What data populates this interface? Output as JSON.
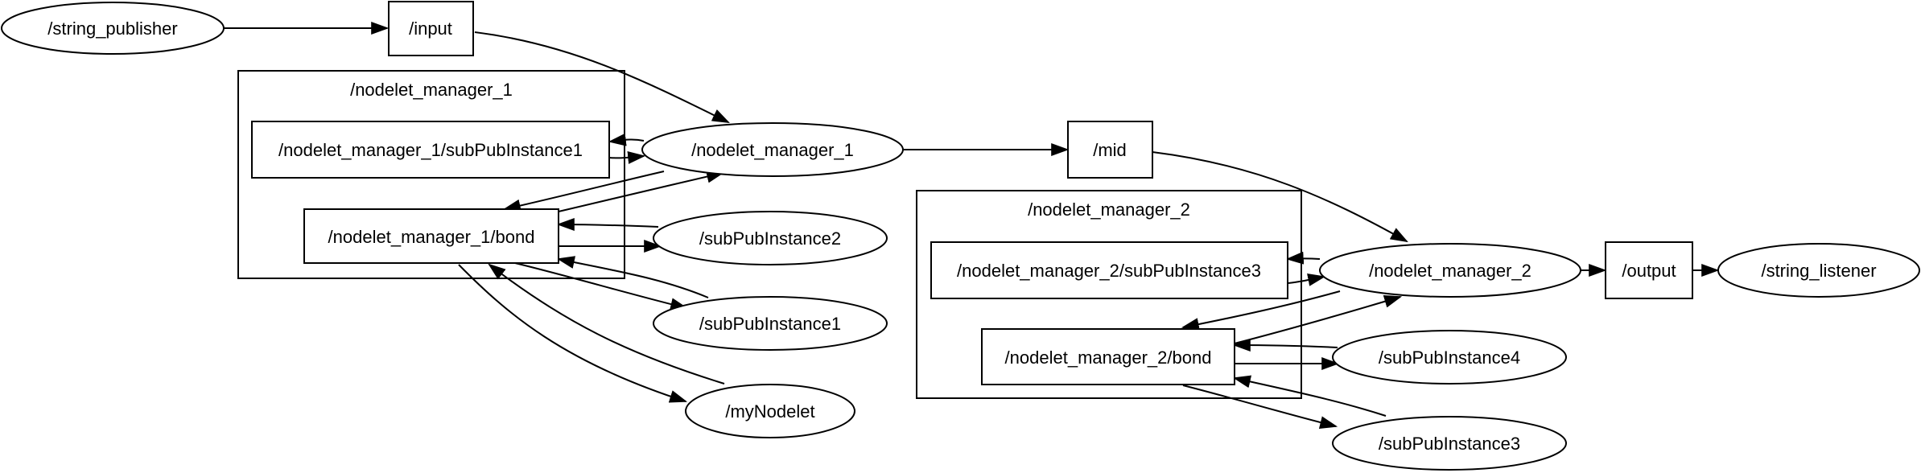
{
  "nodes": {
    "string_publisher": "/string_publisher",
    "input": "/input",
    "nodelet_manager_1": "/nodelet_manager_1",
    "nm1_subPubInstance1": "/nodelet_manager_1/subPubInstance1",
    "nm1_bond": "/nodelet_manager_1/bond",
    "subPubInstance2": "/subPubInstance2",
    "subPubInstance1": "/subPubInstance1",
    "myNodelet": "/myNodelet",
    "mid": "/mid",
    "nodelet_manager_2": "/nodelet_manager_2",
    "nm2_subPubInstance3": "/nodelet_manager_2/subPubInstance3",
    "nm2_bond": "/nodelet_manager_2/bond",
    "subPubInstance4": "/subPubInstance4",
    "subPubInstance3": "/subPubInstance3",
    "output": "/output",
    "string_listener": "/string_listener"
  },
  "clusters": {
    "nodelet_manager_1": "/nodelet_manager_1",
    "nodelet_manager_2": "/nodelet_manager_2"
  },
  "colors": {
    "stroke": "#000000",
    "fill": "#ffffff"
  }
}
